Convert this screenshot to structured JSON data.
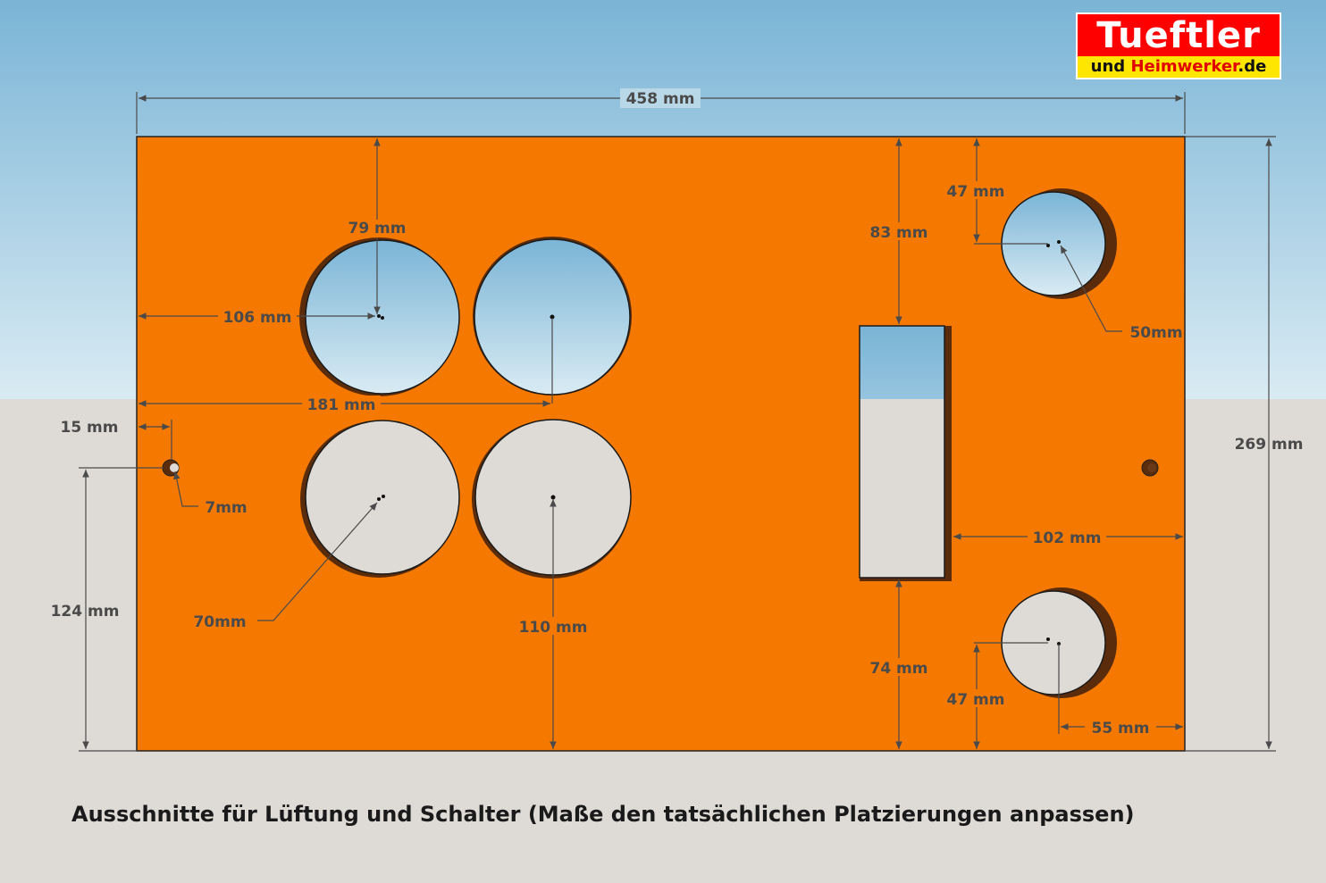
{
  "logo": {
    "top_text": "Tueftler",
    "bottom_pre": "und ",
    "bottom_brand": "Heimwerker",
    "bottom_post": ".de"
  },
  "caption": "Ausschnitte für Lüftung und Schalter (Maße den tatsächlichen Platzierungen anpassen)",
  "dimensions": {
    "width_total": "458 mm",
    "height_total": "269 mm",
    "fan_top": "79 mm",
    "fan_left": "106 mm",
    "fan_spacing": "181 mm",
    "screw_offset_x": "15 mm",
    "screw_diameter": "7mm",
    "screw_offset_y": "124 mm",
    "fan_diameter": "70mm",
    "fan_bottom": "110 mm",
    "switch_top": "83 mm",
    "switch_bottom": "74 mm",
    "switch_right": "102 mm",
    "small_hole_top": "47 mm",
    "small_hole_diameter": "50mm",
    "small_hole_bottom": "47 mm",
    "small_hole_right": "55 mm"
  },
  "colors": {
    "panel": "#f57900",
    "sky_top": "#7ab4d6",
    "sky_bottom": "#d9ebf3",
    "ground": "#dedbd6",
    "hole_shadow": "#5a2c0c",
    "dim_line": "#4a4a4a"
  }
}
